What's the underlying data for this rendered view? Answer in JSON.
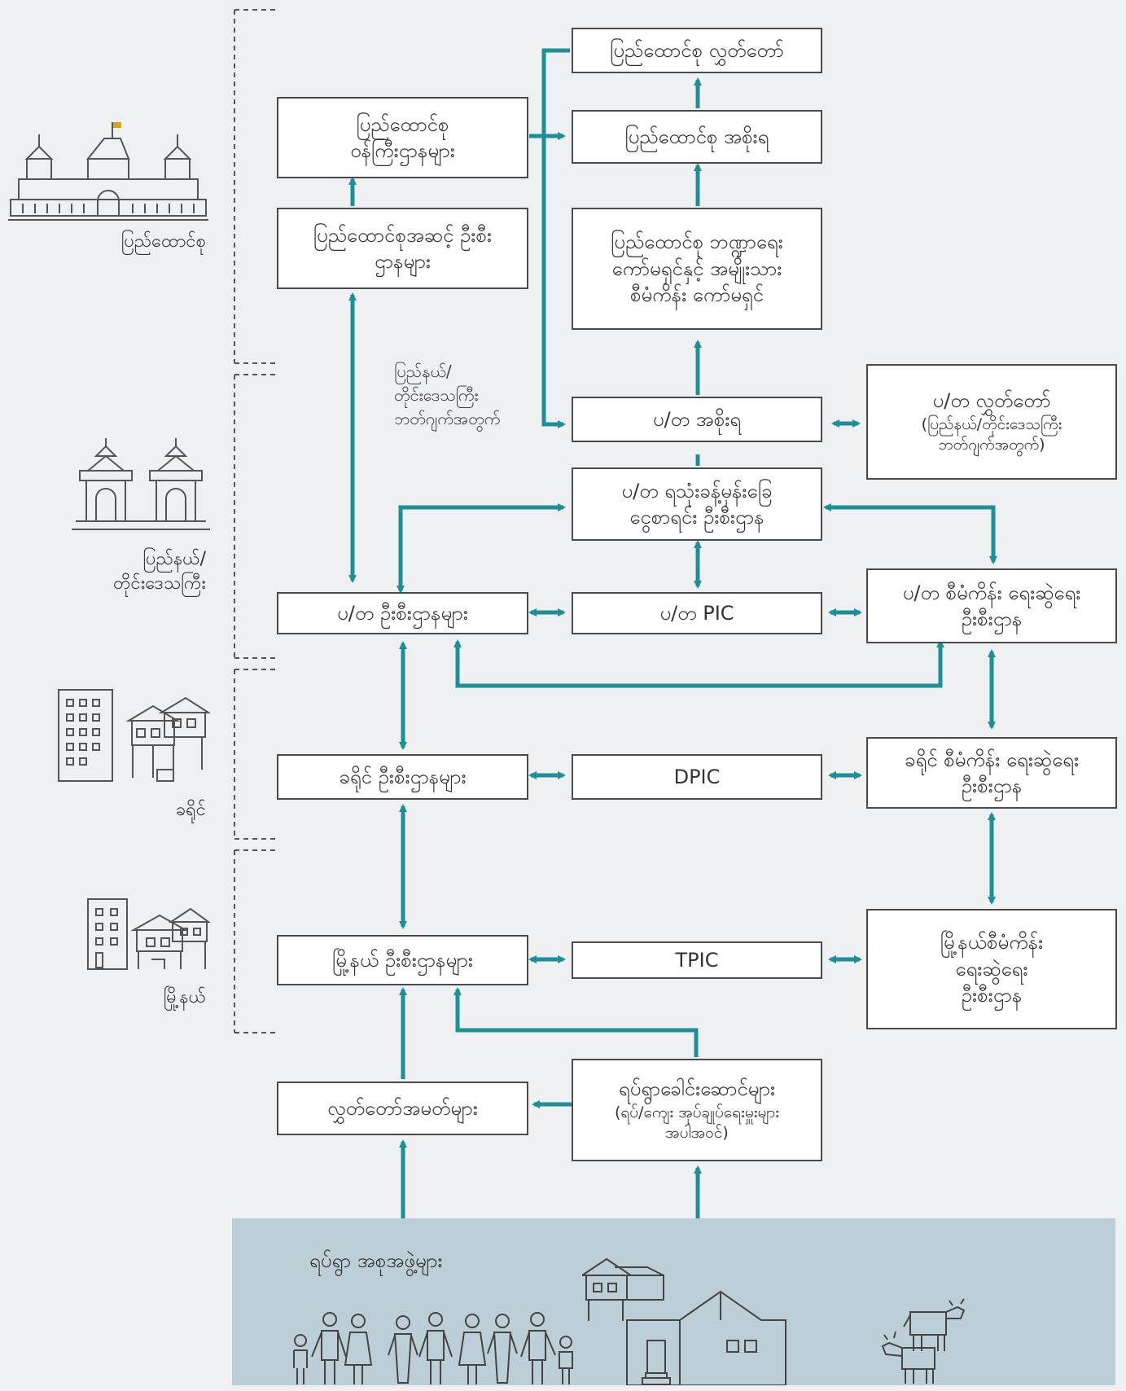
{
  "colors": {
    "arrow": "#1f8f96",
    "box_border": "#4a4a4a",
    "background": "#eef0f1",
    "community_band": "#bccfd6",
    "dash": "#555555"
  },
  "levels": {
    "union": "ပြည်ထောင်စု",
    "state_region": "ပြည်နယ်/\nတိုင်းဒေသကြီး",
    "district": "ခရိုင်",
    "township": "မြို့နယ်"
  },
  "icons": {
    "union": "parliament-building-icon",
    "state_region": "twin-pavilion-icon",
    "district": "office-building-and-house-icon",
    "township": "small-building-and-house-icon",
    "people": "people-group-icon",
    "houses": "village-houses-icon",
    "cattle": "cattle-icon"
  },
  "boxes": {
    "union_hluttaw": "ပြည်ထောင်စု လွှတ်တော်",
    "union_ministries": "ပြည်ထောင်စု\nဝန်ကြီးဌာနများ",
    "union_government": "ပြည်ထောင်စု အစိုးရ",
    "union_departments": "ပြည်ထောင်စုအဆင့် ဦးစီး\nဌာနများ",
    "finance_commission": "ပြည်ထောင်စု ဘဏ္ဍာရေး\nကော်မရှင်နှင့် အမျိုးသား\nစီမံကိန်း ကော်မရှင်",
    "sr_government": "ပ/တ အစိုးရ",
    "sr_hluttaw": "ပ/တ လွှတ်တော်",
    "sr_hluttaw_sub": "(ပြည်နယ်/တိုင်းဒေသကြီး\nဘတ်ဂျက်အတွက်)",
    "sr_budget_dept": "ပ/တ ရသုံးခန့်မှန်းခြေ\nငွေစာရင်း ဦးစီးဌာန",
    "sr_departments": "ပ/တ ဦးစီးဌာနများ",
    "sr_pic": "ပ/တ PIC",
    "sr_planning_dept": "ပ/တ စီမံကိန်း ရေးဆွဲရေး\nဦးစီးဌာန",
    "district_departments": "ခရိုင် ဦးစီးဌာနများ",
    "dpic": "DPIC",
    "district_planning_dept": "ခရိုင် စီမံကိန်း ရေးဆွဲရေး\nဦးစီးဌာန",
    "township_departments": "မြို့နယ် ဦးစီးဌာနများ",
    "tpic": "TPIC",
    "township_planning_dept": "မြို့နယ်စီမံကိန်း\nရေးဆွဲရေး\nဦးစီးဌာန",
    "mp_members": "လွှတ်တော်အမတ်များ",
    "community_leaders": "ရပ်ရွာခေါင်းဆောင်များ",
    "community_leaders_sub": "(ရပ်/ကျေး အုပ်ချုပ်ရေးမှူးများ\nအပါအဝင်)"
  },
  "notes": {
    "sr_budget_note": "ပြည်နယ်/\nတိုင်းဒေသကြီး\nဘတ်ဂျက်အတွက်"
  },
  "community": {
    "title": "ရပ်ရွာ အစုအဖွဲ့များ"
  }
}
